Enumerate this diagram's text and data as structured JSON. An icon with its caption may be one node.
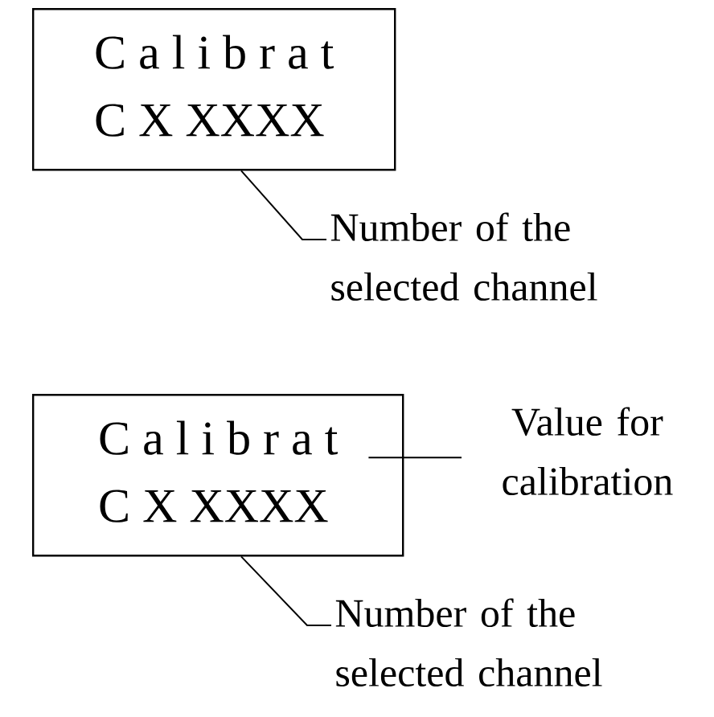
{
  "diagram": {
    "nodes": [
      {
        "text": [
          "C a l i b r a t",
          "C X XXXX"
        ]
      },
      {
        "text": [
          "Number of the selected channel"
        ]
      },
      {
        "text": [
          "C a l i b r a t",
          "C X XXXX"
        ]
      },
      {
        "text": [
          "Value for calibration"
        ]
      },
      {
        "text": [
          "Number of the selected channel"
        ]
      }
    ],
    "edges": [
      {
        "from": 1,
        "to": 0,
        "arrow": "none"
      },
      {
        "from": 3,
        "to": 2,
        "arrow": "none"
      },
      {
        "from": 4,
        "to": 2,
        "arrow": "none"
      }
    ]
  }
}
